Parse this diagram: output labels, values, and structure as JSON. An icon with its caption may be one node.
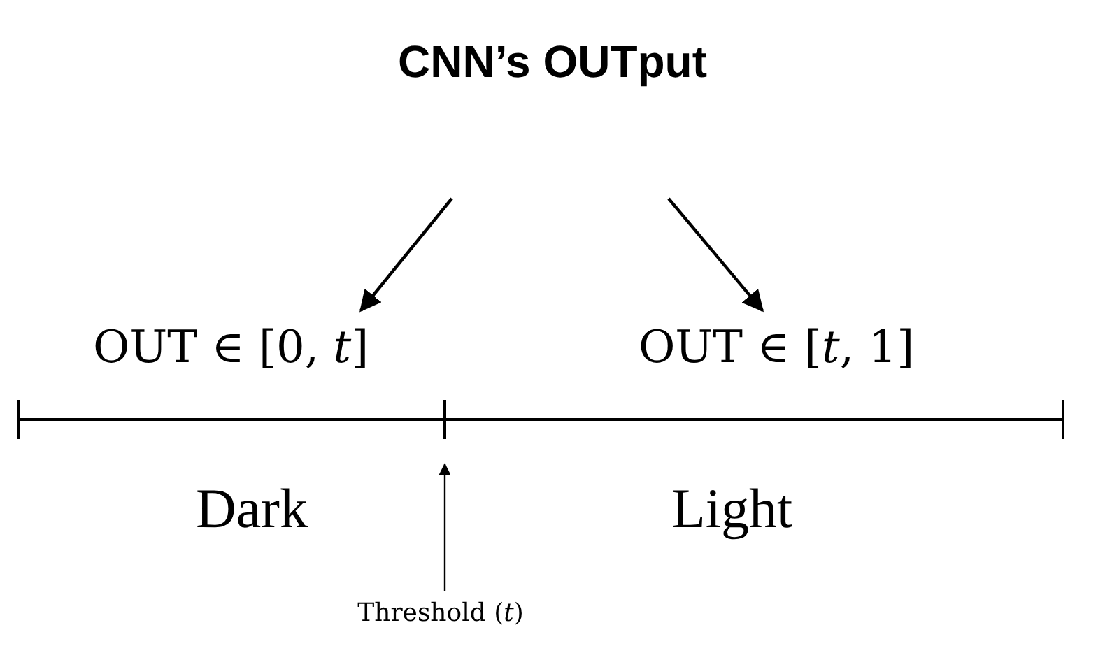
{
  "diagram": {
    "title": "CNN’s OUTput",
    "nodes": [
      {
        "text": [
          "OUT ∈ [0, *t*]"
        ]
      },
      {
        "text": [
          "OUT ∈ [*t*, 1]"
        ]
      },
      {
        "text": [
          "Threshold (*t*)"
        ]
      }
    ],
    "edges": [
      {
        "from": null,
        "to": 0,
        "arrow": "to"
      },
      {
        "from": null,
        "to": 1,
        "arrow": "to"
      },
      {
        "from": 2,
        "to": null,
        "arrow": "to"
      }
    ],
    "labels": [
      "Dark",
      "Light"
    ]
  }
}
